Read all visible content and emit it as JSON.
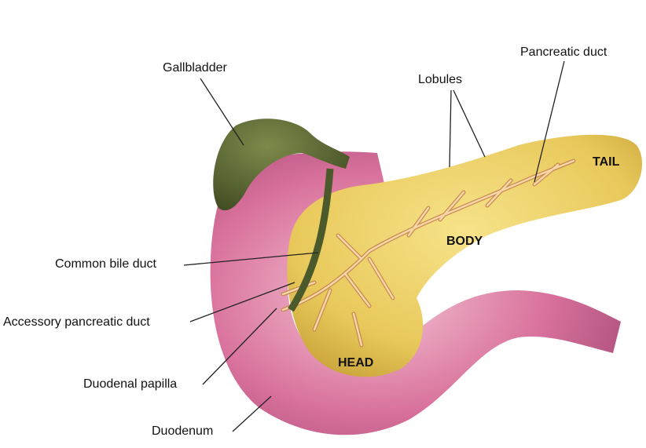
{
  "labels": {
    "gallbladder": "Gallbladder",
    "pancreatic_duct": "Pancreatic duct",
    "lobules": "Lobules",
    "common_bile_duct": "Common bile duct",
    "accessory_pancreatic_duct": "Accessory pancreatic duct",
    "duodenal_papilla": "Duodenal papilla",
    "duodenum": "Duodenum"
  },
  "regions": {
    "tail": "TAIL",
    "body": "BODY",
    "head": "HEAD"
  },
  "colors": {
    "duodenum": "#d9729c",
    "pancreas": "#e8c85a",
    "gallbladder": "#5a6b33",
    "duct": "#f0c890"
  }
}
